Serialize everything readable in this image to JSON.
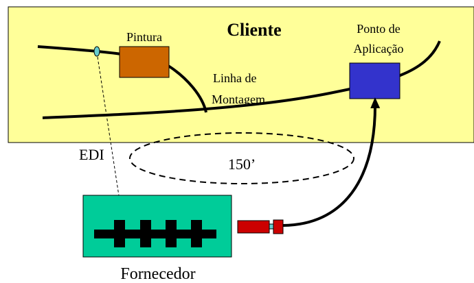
{
  "labels": {
    "cliente": "Cliente",
    "pintura": "Pintura",
    "ponto_line1": "Ponto de",
    "ponto_line2": "Aplicação",
    "linha_line1": "Linha de",
    "linha_line2": "Montagem",
    "edi": "EDI",
    "distance": "150’",
    "fornecedor": "Fornecedor"
  },
  "colors": {
    "client_area": "#ffff99",
    "pintura_box": "#cc6600",
    "ponto_box": "#3333cc",
    "supplier_box": "#00cc99",
    "truck_body": "#cc0000",
    "edi_marker": "#66cccc"
  }
}
